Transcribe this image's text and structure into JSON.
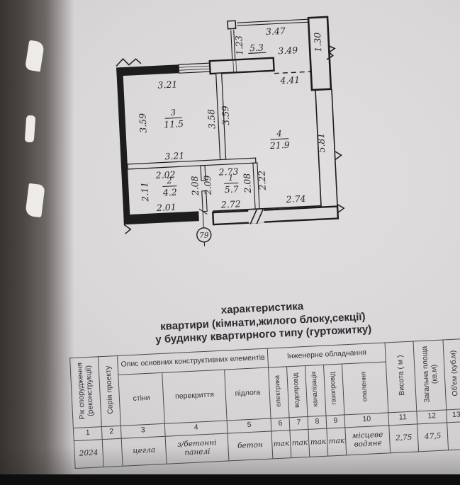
{
  "plan": {
    "balcony": {
      "label": "5.3",
      "dim_top": "3.47",
      "dim_left": "1.23",
      "dim_right": "1.30",
      "dim_bottom": "3.49"
    },
    "room3": {
      "number": "3",
      "area": "11.5",
      "dim_top": "3.21",
      "dim_left": "3.59",
      "divider_left": "3.58",
      "divider_right": "3.59"
    },
    "room4": {
      "number": "4",
      "area": "21.9",
      "dim_top": "4.41",
      "dim_right": "5.81",
      "dim_lower_height": "2.22",
      "dim_bottom": "2.74"
    },
    "hall_dim_top": "3.21",
    "room2": {
      "number": "2",
      "area": "4.2",
      "dim_top": "2.02",
      "dim_left": "2.11",
      "dim_bottom": "2.01",
      "dim_right": "2.08"
    },
    "room1": {
      "number": "1",
      "area": "5.7",
      "dim_top": "2.73",
      "dim_left": "2.09",
      "dim_bottom": "2.72",
      "dim_right": "2.08"
    },
    "marker": "79"
  },
  "title": {
    "line1": "характеристика",
    "line2": "квартири (кімнати,жилого блоку,секції)",
    "line3": "у будинку квартирного типу (гуртожитку)"
  },
  "table": {
    "group_headers": {
      "construction": "Опис основних конструктивних елементів",
      "engineering": "Інженерне обладнання"
    },
    "columns": [
      {
        "num": "1",
        "header": "Рік спорудження (реконструкції)",
        "value": "2024"
      },
      {
        "num": "2",
        "header": "Серія проекту",
        "value": ""
      },
      {
        "num": "3",
        "header": "стіни",
        "value": "цегла"
      },
      {
        "num": "4",
        "header": "перекриття",
        "value": "з/бетонні панелі"
      },
      {
        "num": "5",
        "header": "підлога",
        "value": "бетон"
      },
      {
        "num": "6",
        "header": "електрика",
        "value": "так"
      },
      {
        "num": "7",
        "header": "водопровід",
        "value": "так"
      },
      {
        "num": "8",
        "header": "каналізація",
        "value": "так"
      },
      {
        "num": "9",
        "header": "газопровід",
        "value": "так"
      },
      {
        "num": "10",
        "header": "опалення",
        "value": "місцеве водяне"
      },
      {
        "num": "11",
        "header": "Висота ( м )",
        "value": "2,75"
      },
      {
        "num": "12",
        "header": "Загальна площа (кв.м)",
        "value": "47,5"
      },
      {
        "num": "13",
        "header": "Об'єм (куб.м)",
        "value": ""
      }
    ]
  }
}
